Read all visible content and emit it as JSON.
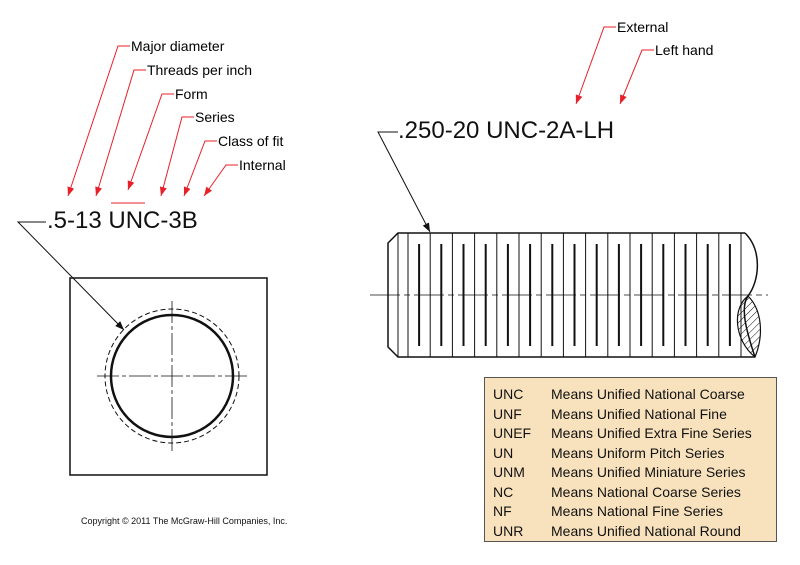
{
  "colors": {
    "callout": "#e8202a",
    "ink": "#111111",
    "legend_bg": "#f8e2bd"
  },
  "left_spec": {
    "designation": ".5-13 UNC-3B",
    "labels": [
      "Major diameter",
      "Threads per inch",
      "Form",
      "Series",
      "Class of fit",
      "Internal"
    ]
  },
  "right_spec": {
    "designation": ".250-20 UNC-2A-LH",
    "labels": [
      "External",
      "Left hand"
    ]
  },
  "legend": [
    {
      "abbr": "UNC",
      "desc": "Means Unified National Coarse"
    },
    {
      "abbr": "UNF",
      "desc": "Means Unified National Fine"
    },
    {
      "abbr": "UNEF",
      "desc": "Means Unified Extra Fine Series"
    },
    {
      "abbr": "UN",
      "desc": "Means Uniform Pitch Series"
    },
    {
      "abbr": "UNM",
      "desc": "Means Unified Miniature Series"
    },
    {
      "abbr": "NC",
      "desc": "Means National Coarse Series"
    },
    {
      "abbr": "NF",
      "desc": "Means National Fine Series"
    },
    {
      "abbr": "UNR",
      "desc": "Means Unified National Round"
    }
  ],
  "copyright": "Copyright © 2011 The McGraw-Hill Companies, Inc."
}
